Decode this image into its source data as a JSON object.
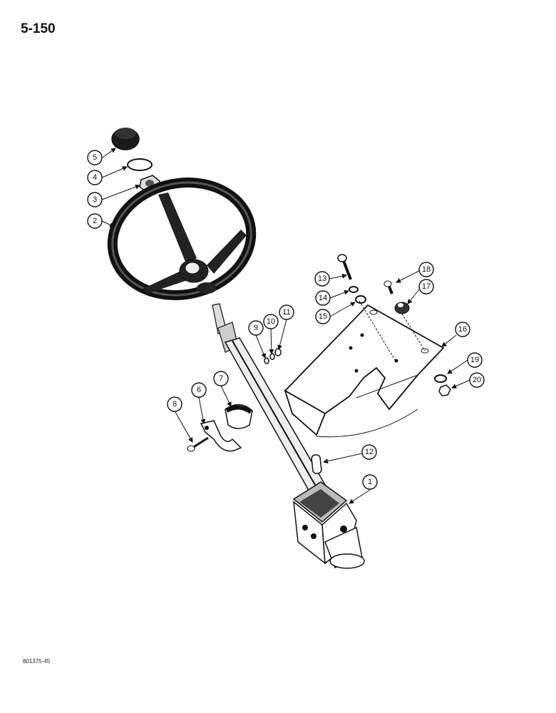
{
  "page": {
    "number": "5-150",
    "figure_code": "801375-45"
  },
  "callouts": [
    "1",
    "2",
    "3",
    "4",
    "5",
    "6",
    "7",
    "8",
    "9",
    "10",
    "11",
    "12",
    "13",
    "14",
    "15",
    "16",
    "17",
    "18",
    "19",
    "20"
  ]
}
